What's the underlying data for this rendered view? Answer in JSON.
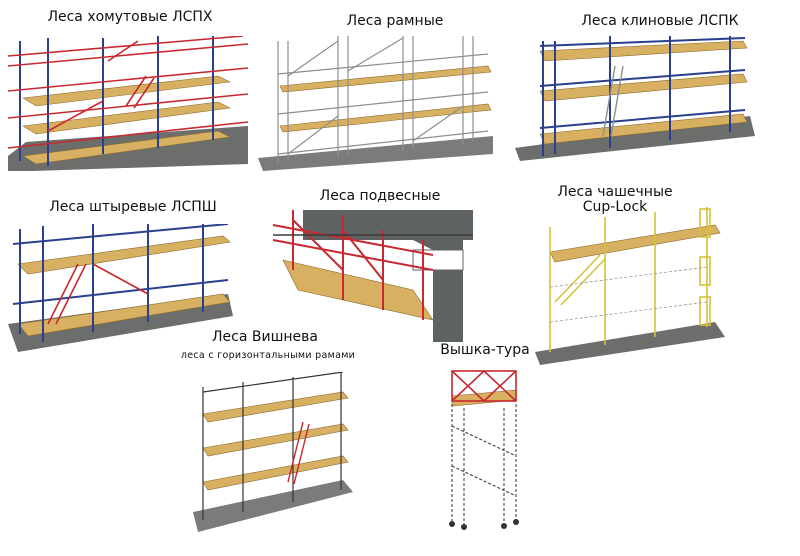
{
  "items": [
    {
      "caption": "Леса хомутовые ЛСПХ"
    },
    {
      "caption": "Леса рамные"
    },
    {
      "caption": "Леса клиновые ЛСПК"
    },
    {
      "caption": "Леса штыревые ЛСПШ"
    },
    {
      "caption": "Леса подвесные"
    },
    {
      "caption": "Леса чашечные",
      "caption2": "Cup-Lock"
    },
    {
      "caption": "Леса Вишнева",
      "subcaption": "леса с горизонтальными рамами"
    },
    {
      "caption": "Вышка-тура"
    }
  ],
  "colors": {
    "plank": "#d8b062",
    "plank_edge": "#8a6a2e",
    "ground": "#6b6e6b",
    "red_tube": "#c8282f",
    "blue_post": "#2a3f8e",
    "grey_frame": "#8a8f93",
    "black": "#222222",
    "yellow_frame": "#d4c23a"
  }
}
